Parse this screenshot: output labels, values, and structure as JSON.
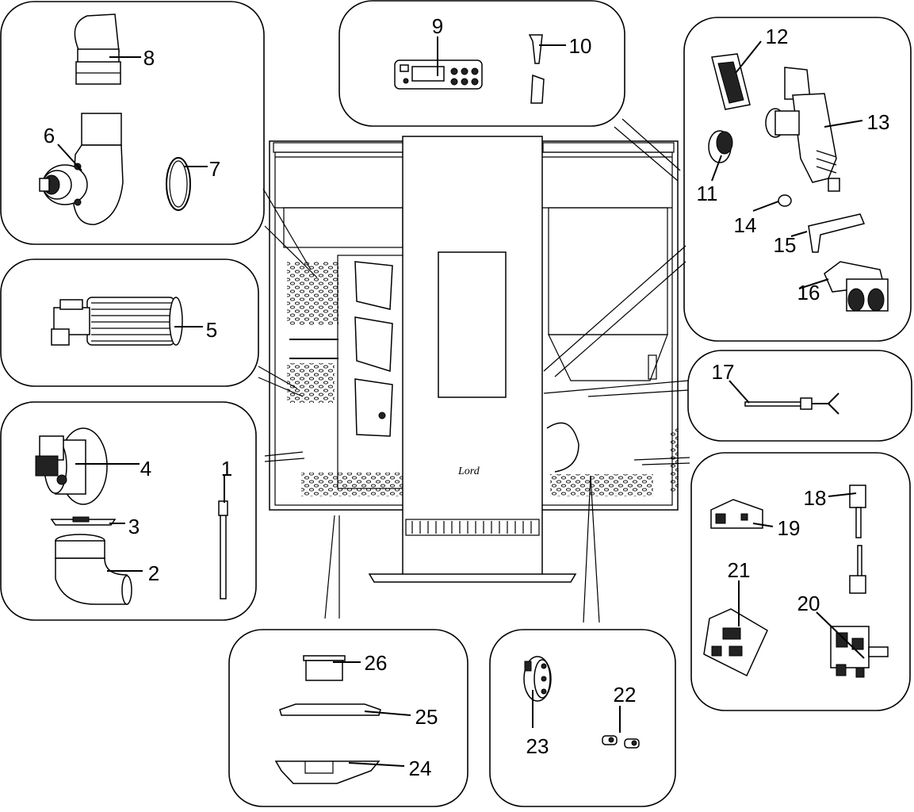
{
  "diagram": {
    "stove_logo": "Lord",
    "callouts": [
      {
        "id": "1",
        "text": "1"
      },
      {
        "id": "2",
        "text": "2"
      },
      {
        "id": "3",
        "text": "3"
      },
      {
        "id": "4",
        "text": "4"
      },
      {
        "id": "5",
        "text": "5"
      },
      {
        "id": "6",
        "text": "6"
      },
      {
        "id": "7",
        "text": "7"
      },
      {
        "id": "8",
        "text": "8"
      },
      {
        "id": "9",
        "text": "9"
      },
      {
        "id": "10",
        "text": "10"
      },
      {
        "id": "11",
        "text": "11"
      },
      {
        "id": "12",
        "text": "12"
      },
      {
        "id": "13",
        "text": "13"
      },
      {
        "id": "14",
        "text": "14"
      },
      {
        "id": "15",
        "text": "15"
      },
      {
        "id": "16",
        "text": "16"
      },
      {
        "id": "17",
        "text": "17"
      },
      {
        "id": "18",
        "text": "18"
      },
      {
        "id": "19",
        "text": "19"
      },
      {
        "id": "20",
        "text": "20"
      },
      {
        "id": "21",
        "text": "21"
      },
      {
        "id": "22",
        "text": "22"
      },
      {
        "id": "23",
        "text": "23"
      },
      {
        "id": "24",
        "text": "24"
      },
      {
        "id": "25",
        "text": "25"
      },
      {
        "id": "26",
        "text": "26"
      }
    ]
  }
}
